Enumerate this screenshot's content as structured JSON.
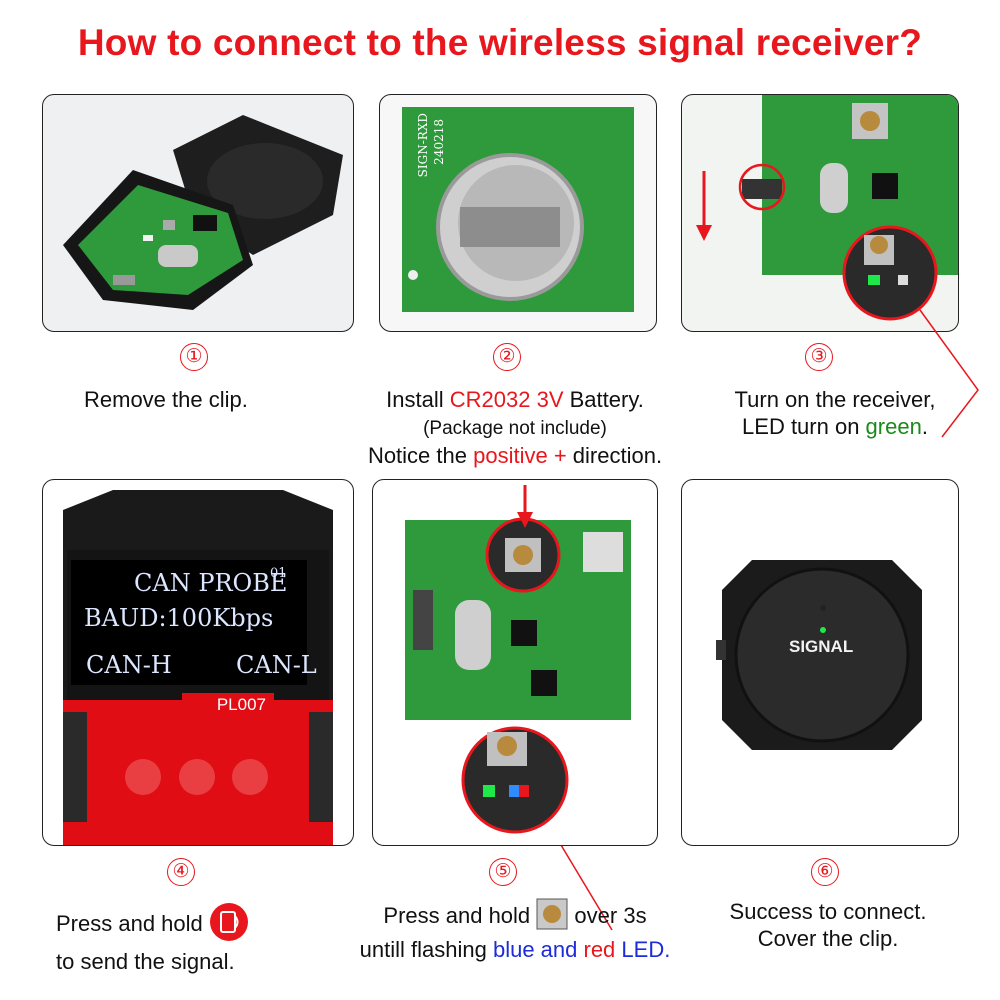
{
  "title": "How to connect to the wireless signal receiver?",
  "steps": [
    {
      "number": "①",
      "caption": "Remove the clip."
    },
    {
      "number": "②",
      "line1_pre": "Install ",
      "line1_highlight": "CR2032 3V",
      "line1_post": " Battery.",
      "line2": "(Package not include)",
      "line3_pre": "Notice the ",
      "line3_highlight": "positive +",
      "line3_post": " direction."
    },
    {
      "number": "③",
      "line1": "Turn on the receiver,",
      "line2_pre": "LED turn on ",
      "line2_highlight": "green",
      "line2_post": "."
    },
    {
      "number": "④",
      "line1": "Press and hold",
      "line2": "to send the signal."
    },
    {
      "number": "⑤",
      "line1_pre": "Press and hold",
      "line1_post": "over 3s",
      "line2_pre": "untill flashing ",
      "line2_blue": "blue and ",
      "line2_red": "red",
      "line2_blue2": " LED."
    },
    {
      "number": "⑥",
      "line1": "Success to connect.",
      "line2": "Cover the clip."
    }
  ],
  "pcb_text": {
    "label1": "SIGN-RXD",
    "label2": "240218"
  },
  "device_screen": {
    "line1": "CAN PROBE",
    "signal": "01",
    "line2": "BAUD:100Kbps",
    "left": "CAN-H",
    "right": "CAN-L",
    "model": "PL007"
  },
  "receiver_label": "SIGNAL",
  "colors": {
    "accent": "#e8171d",
    "pcb": "#2e9a3b",
    "led_green": "#1ee84a",
    "led_blue": "#2f8cff",
    "device_red": "#e10d15"
  }
}
